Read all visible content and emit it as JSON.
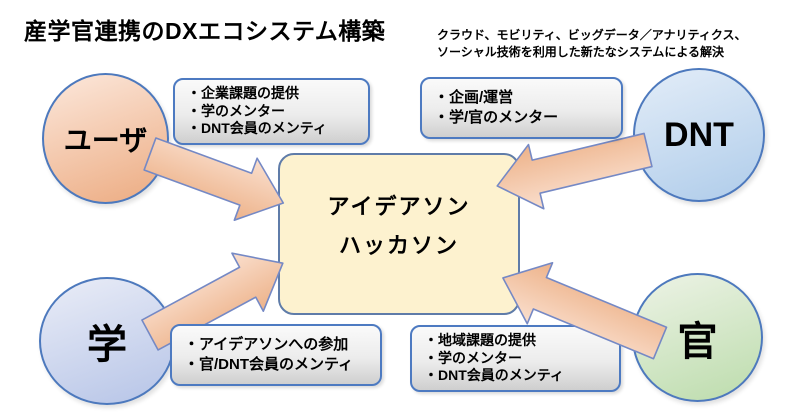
{
  "header": {
    "title": "産学官連携のDXエコシステム構築",
    "subtitle_lines": [
      "クラウド、モビリティ、ビッグデータ／アナリティクス、",
      "ソーシャル技術を利用した新たなシステムによる解決"
    ]
  },
  "nodes": {
    "user": {
      "label": "ユーザ"
    },
    "dnt": {
      "label": "DNT"
    },
    "gaku": {
      "label": "学"
    },
    "kan": {
      "label": "官"
    }
  },
  "center": {
    "lines": [
      "アイデアソン",
      "ハッカソン"
    ]
  },
  "callouts": {
    "user": {
      "items": [
        "・企業課題の提供",
        "・学のメンター",
        "・DNT会員のメンティ"
      ]
    },
    "dnt": {
      "items": [
        "・企画/運営",
        "・学/官のメンター"
      ]
    },
    "gaku": {
      "items": [
        "・アイデアソンへの参加",
        "・官/DNT会員のメンティ"
      ]
    },
    "kan": {
      "items": [
        "・地域課題の提供",
        "・学のメンター",
        "・DNT会員のメンティ"
      ]
    }
  },
  "theme": {
    "circle_border": "#4d79bd",
    "center_border": "#5f7ca9",
    "center_fill": "#fdf2cf",
    "box_border": "#4d7ac1",
    "box_top": "#fafafa",
    "box_bottom": "#cfcfcf",
    "arrow_top": "#fadfce",
    "arrow_bottom": "#edb289",
    "arrow_border": "#7589c5",
    "user_top": "#fce8dc",
    "user_bottom": "#ecab81",
    "dnt_top": "#e3edf8",
    "dnt_bottom": "#afccea",
    "gaku_top": "#eaedf7",
    "gaku_bottom": "#b6c4e7",
    "kan_top": "#edf3e6",
    "kan_bottom": "#bcdcac"
  }
}
